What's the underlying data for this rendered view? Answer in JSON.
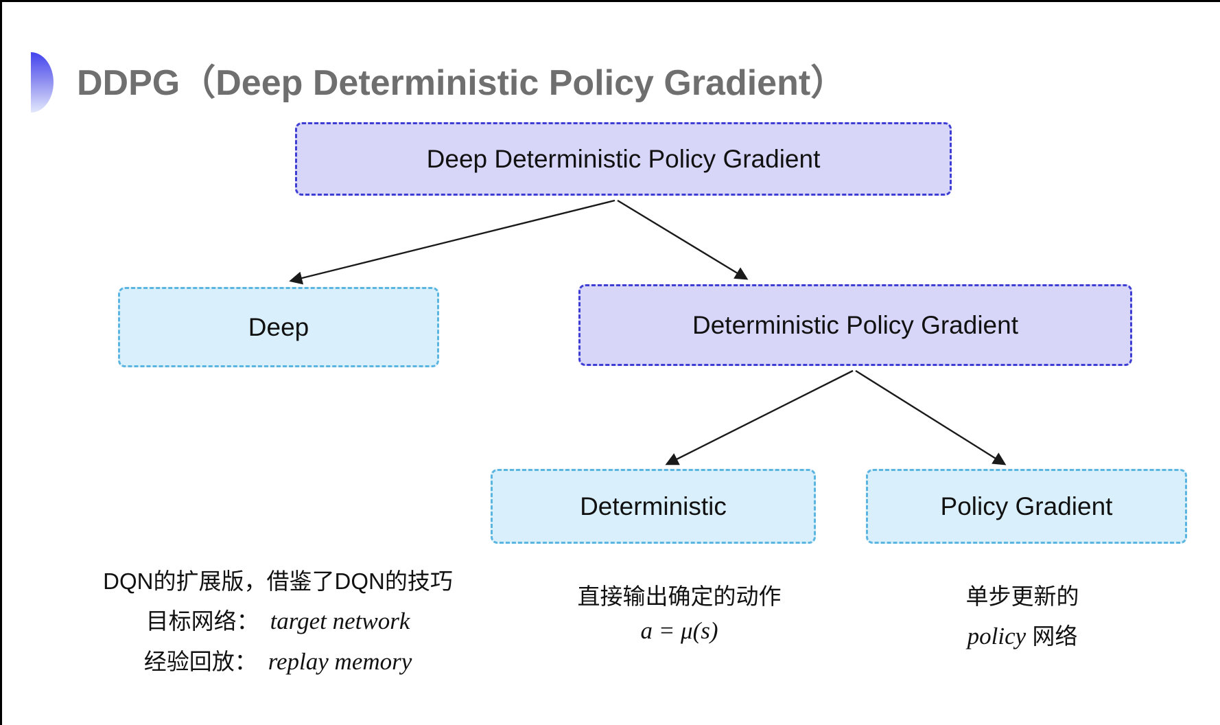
{
  "title": {
    "text": "DDPG（Deep Deterministic Policy Gradient）"
  },
  "tree": {
    "root": {
      "label": "Deep Deterministic Policy Gradient"
    },
    "level2": [
      {
        "label": "Deep"
      },
      {
        "label": "Deterministic Policy Gradient"
      }
    ],
    "level3": [
      {
        "label": "Deterministic"
      },
      {
        "label": "Policy Gradient"
      }
    ]
  },
  "notes": {
    "deep": {
      "line1": "DQN的扩展版，借鉴了DQN的技巧",
      "line2_label": "目标网络：",
      "line2_value": "target network",
      "line3_label": "经验回放：",
      "line3_value": "replay memory"
    },
    "deterministic": {
      "line1": "直接输出确定的动作",
      "formula": "a = μ(s)"
    },
    "policy_gradient": {
      "line1": "单步更新的",
      "line2_italic": "policy",
      "line2_rest": " 网络"
    }
  },
  "colors": {
    "lavender_fill": "#d7d6f8",
    "blue_border": "#3e3ed4",
    "cyan_fill": "#d9effb",
    "cyan_border": "#5bb5e1",
    "title_gray": "#6f6f6f",
    "text_black": "#161616",
    "arrow": "#1a1a1a",
    "bullet_blue": "#4343ee"
  }
}
